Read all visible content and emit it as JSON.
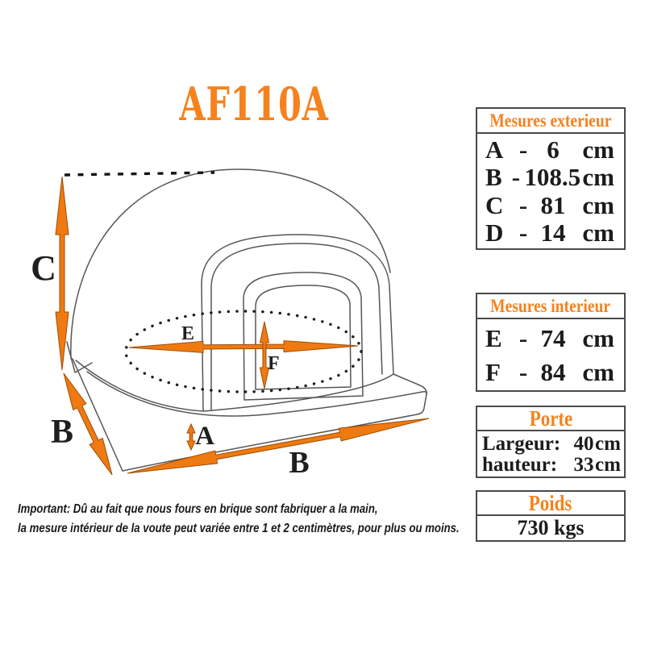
{
  "title": "AF110A",
  "colors": {
    "accent": "#F5821E",
    "line": "#565656",
    "arrow": "#EF7A12"
  },
  "diagram": {
    "labels": {
      "a": "A",
      "b_left": "B",
      "b_bottom": "B",
      "c": "C",
      "e": "E",
      "f": "F"
    }
  },
  "panels": {
    "exterior": {
      "title": "Mesures exterieur",
      "rows": [
        {
          "label": "A",
          "dash": "-",
          "value": "6",
          "unit": "cm"
        },
        {
          "label": "B",
          "dash": "-",
          "value": "108.5",
          "unit": "cm"
        },
        {
          "label": "C",
          "dash": "-",
          "value": "81",
          "unit": "cm"
        },
        {
          "label": "D",
          "dash": "-",
          "value": "14",
          "unit": "cm"
        }
      ]
    },
    "interior": {
      "title": "Mesures interieur",
      "rows": [
        {
          "label": "E",
          "dash": "-",
          "value": "74",
          "unit": "cm"
        },
        {
          "label": "F",
          "dash": "-",
          "value": "84",
          "unit": "cm"
        }
      ]
    },
    "door": {
      "title": "Porte",
      "rows": [
        {
          "label": "Largeur:",
          "value": "40",
          "unit": "cm"
        },
        {
          "label": "hauteur:",
          "value": "33",
          "unit": "cm"
        }
      ]
    },
    "weight": {
      "title": "Poids",
      "value": "730 kgs"
    }
  },
  "note": {
    "line1": "Important: Dû au fait que nous fours en brique sont fabriquer a la main,",
    "line2": "la mesure intérieur de la voute peut variée entre 1 et 2 centimètres, pour plus ou moins."
  }
}
